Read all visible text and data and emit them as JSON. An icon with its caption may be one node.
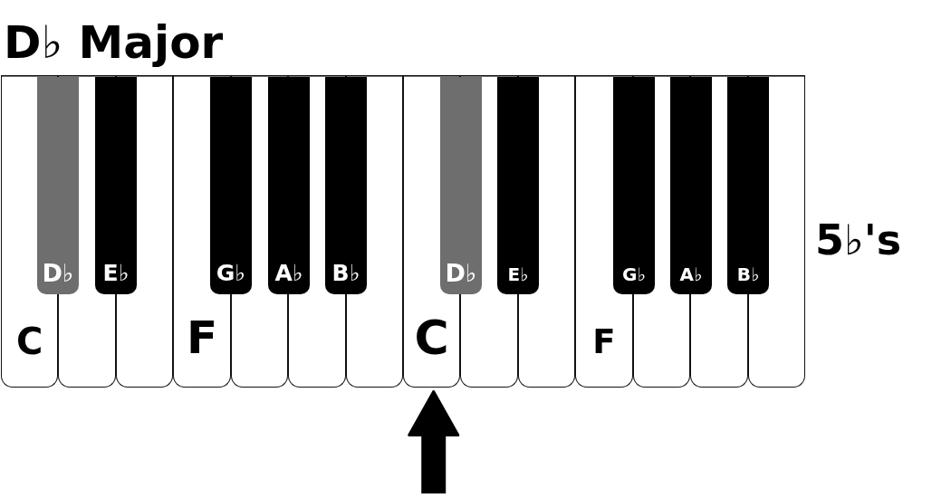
{
  "diagram": {
    "title": "D♭ Major",
    "nodes": [
      {
        "text": [
          "C"
        ]
      },
      {
        "text": [
          "D♭"
        ]
      },
      {
        "text": [],
        "shape": "box"
      },
      {
        "text": [
          "E♭"
        ]
      },
      {
        "text": [],
        "shape": "box"
      },
      {
        "text": [
          "F"
        ]
      },
      {
        "text": [
          "G♭"
        ]
      },
      {
        "text": [],
        "shape": "box"
      },
      {
        "text": [
          "A♭"
        ]
      },
      {
        "text": [],
        "shape": "box"
      },
      {
        "text": [
          "B♭"
        ]
      },
      {
        "text": [],
        "shape": "box"
      },
      {
        "text": [
          "C"
        ]
      },
      {
        "text": [
          "D♭"
        ]
      },
      {
        "text": [],
        "shape": "box"
      },
      {
        "text": [
          "E♭"
        ]
      },
      {
        "text": [],
        "shape": "box"
      },
      {
        "text": [
          "F"
        ]
      },
      {
        "text": [
          "G♭"
        ]
      },
      {
        "text": [],
        "shape": "box"
      },
      {
        "text": [
          "A♭"
        ]
      },
      {
        "text": [],
        "shape": "box"
      },
      {
        "text": [
          "B♭"
        ]
      },
      {
        "text": [],
        "shape": "box"
      }
    ],
    "edges": [
      {
        "from": null,
        "to": 12,
        "arrow": "to"
      }
    ],
    "labels": [
      "5♭'s"
    ]
  }
}
